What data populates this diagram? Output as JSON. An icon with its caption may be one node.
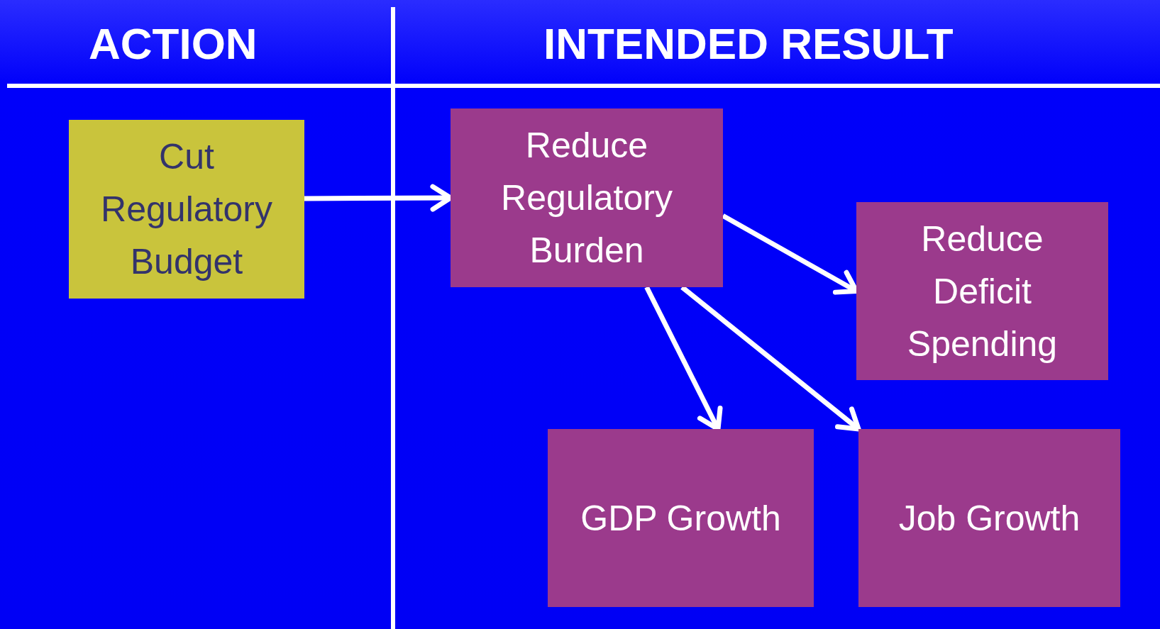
{
  "diagram": {
    "nodes": [
      {
        "text": [
          "Cut Regulatory Budget"
        ]
      },
      {
        "text": [
          "Reduce Regulatory Burden"
        ]
      },
      {
        "text": [
          "Reduce Deficit Spending"
        ]
      },
      {
        "text": [
          "GDP Growth"
        ]
      },
      {
        "text": [
          "Job Growth"
        ]
      }
    ],
    "edges": [
      {
        "from": 0,
        "to": 1,
        "arrow": "to"
      },
      {
        "from": 1,
        "to": 2,
        "arrow": "to"
      },
      {
        "from": 1,
        "to": 3,
        "arrow": "to"
      },
      {
        "from": 1,
        "to": 4,
        "arrow": "to"
      }
    ],
    "labels": [
      "ACTION",
      "INTENDED RESULT"
    ]
  }
}
